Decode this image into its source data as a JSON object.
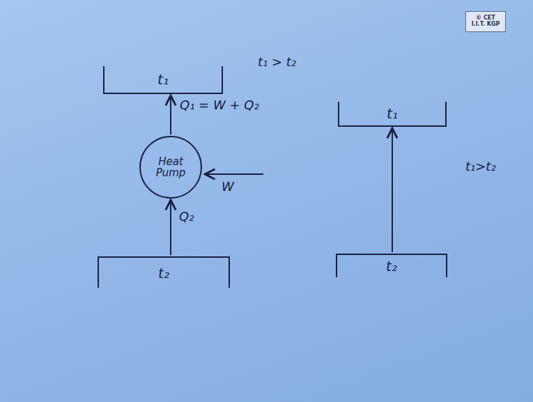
{
  "diagram": {
    "nodes": [
      {
        "text": [
          "t₁"
        ]
      },
      {
        "text": [
          "Heat Pump"
        ]
      },
      {
        "text": [
          "t₂"
        ]
      },
      {
        "text": [
          "t₁"
        ]
      },
      {
        "text": [
          "t₂"
        ]
      },
      {
        "text": [
          "© CET",
          "I.I.T. KGP"
        ]
      }
    ],
    "edges": [
      {
        "from": 2,
        "to": 1,
        "label": "Q₂",
        "arrow": "to"
      },
      {
        "from": 1,
        "to": 0,
        "label": "Q₁ = W + Q₂",
        "arrow": "to"
      },
      {
        "from": 4,
        "to": 3,
        "arrow": "to"
      }
    ],
    "labels": [
      "t₁ > t₂",
      "t₁>t₂",
      "W"
    ]
  }
}
